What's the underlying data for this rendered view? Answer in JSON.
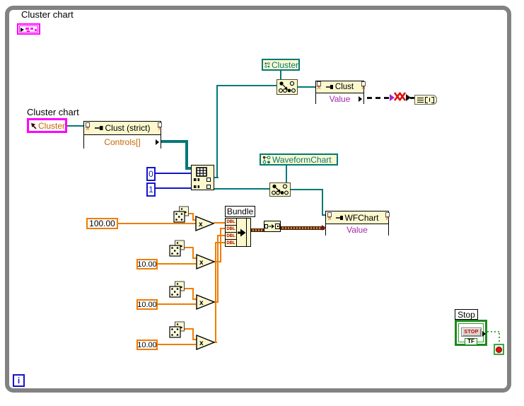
{
  "diagram_type": "LabVIEW block diagram",
  "colors": {
    "teal": "#007878",
    "orange": "#EE7D00",
    "blue": "#1414CC",
    "magenta": "#FF00FF",
    "purple": "#A428A8",
    "property_text_orange": "#C66500",
    "node_yellow": "#FBF8CE",
    "loop_border_gray": "#828282",
    "boolean_green": "#1E8A1E",
    "cluster_brown": "#6B3000",
    "error_red": "#DD1111"
  },
  "indicator_terminal": {
    "label": "Cluster chart"
  },
  "refnum_control": {
    "label": "Cluster chart",
    "text": "Cluster"
  },
  "property_node_strict": {
    "title": "Clust (strict)",
    "property": "Controls[]"
  },
  "index_constants": {
    "first": "0",
    "second": "1"
  },
  "class_constants": {
    "cluster": "Cluster",
    "waveform_chart": "WaveformChart"
  },
  "property_node_clust": {
    "title": "Clust",
    "property": "Value"
  },
  "property_node_wfchart": {
    "title": "WFChart",
    "property": "Value"
  },
  "bundle_node": {
    "label": "Bundle",
    "input_type": "DBL"
  },
  "scale_rows": [
    {
      "constant": "100.00"
    },
    {
      "constant": "10.00"
    },
    {
      "constant": "10.00"
    },
    {
      "constant": "10.00"
    }
  ],
  "misc": {
    "multiply_symbol": "x"
  },
  "stop_control": {
    "label": "Stop",
    "button_text": "STOP",
    "type_label": "TF"
  },
  "while_loop": {
    "iteration_label": "i"
  }
}
